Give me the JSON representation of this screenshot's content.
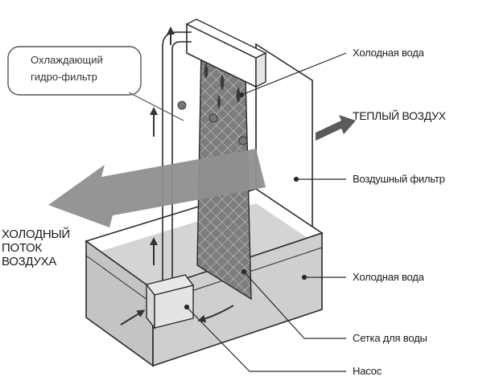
{
  "labels": {
    "cold_water_top": "Холодная вода",
    "warm_air": "ТЕПЛЫЙ ВОЗДУХ",
    "air_filter": "Воздушный фильтр",
    "cold_water_tank": "Холодная вода",
    "water_mesh": "Сетка для воды",
    "pump": "Насос",
    "cooling_filter_line1": "Охлаждающий",
    "cooling_filter_line2": "гидро-фильтр",
    "cold_airflow_line1": "ХОЛОДНЫЙ",
    "cold_airflow_line2": "ПОТОК",
    "cold_airflow_line3": "ВОЗДУХА"
  },
  "colors": {
    "outline": "#2a2a2a",
    "water": "#c8c8c8",
    "mesh": "#8a8a8a",
    "arrow_big": "#8e8e8e",
    "arrow_dark": "#555555"
  }
}
